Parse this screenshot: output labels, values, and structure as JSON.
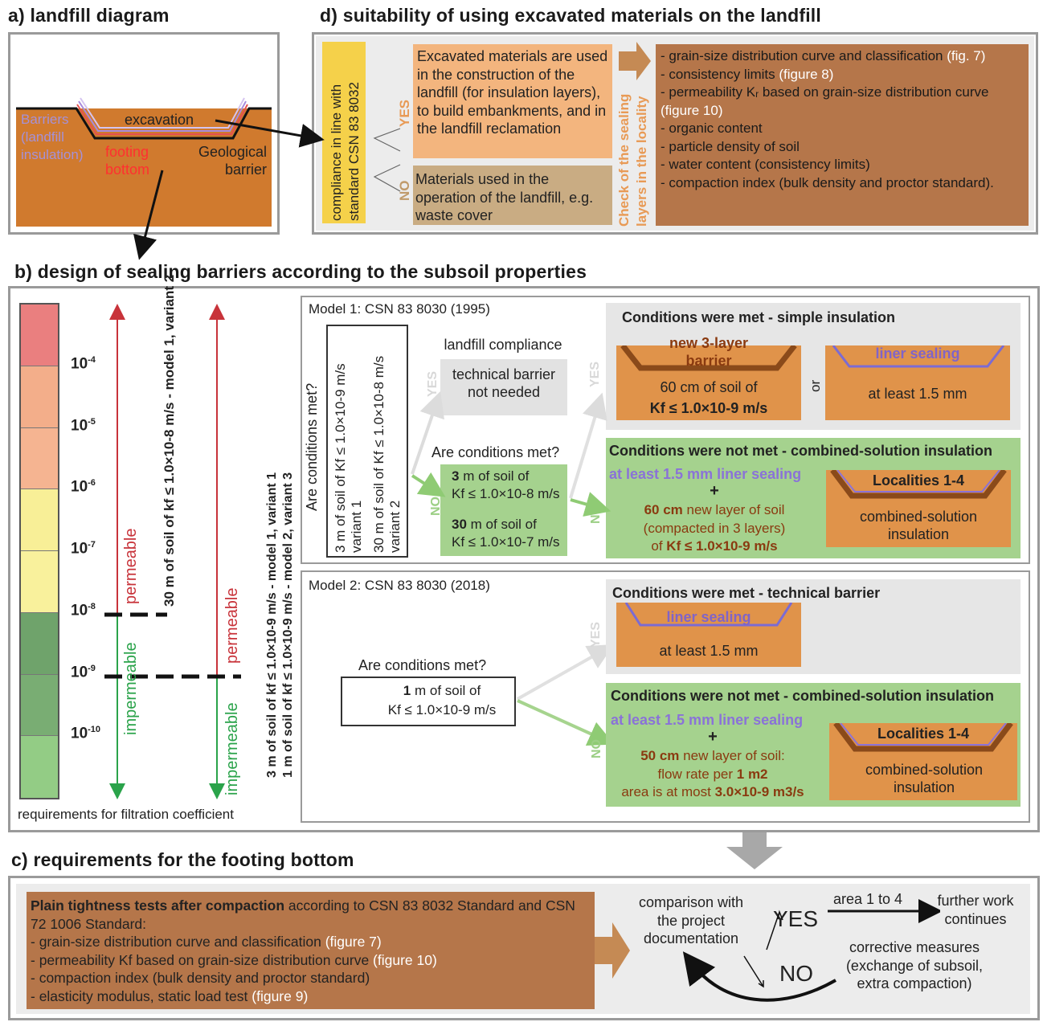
{
  "panel_a": {
    "title": "a) landfill diagram",
    "barriers": "Barriers (landfill insulation)",
    "excavation": "excavation",
    "footing": "footing bottom",
    "geo": "Geological barrier"
  },
  "panel_d": {
    "title": "d) suitability of using excavated materials on the landfill",
    "compliance": "compliance in line with standard CSN 83 8032",
    "yes": "YES",
    "no": "NO",
    "yes_text": "Excavated materials are used in the construction of the landfill (for insulation layers), to build embankments, and in the landfill reclamation",
    "no_text": "Materials used in the operation of the landfill, e.g. waste cover",
    "check": "Check of the sealing layers in the locality",
    "items": [
      {
        "text": "- grain-size distribution curve and classification",
        "ref": "(fig. 7)"
      },
      {
        "text": "- consistency limits",
        "ref": "(figure 8)"
      },
      {
        "text": "- permeability Kᵣ based on grain-size distribution curve",
        "ref": "(figure 10)"
      },
      {
        "text": "- organic content",
        "ref": ""
      },
      {
        "text": "- particle density of soil",
        "ref": ""
      },
      {
        "text": "- water content (consistency limits)",
        "ref": ""
      },
      {
        "text": "- compaction index (bulk density and proctor standard).",
        "ref": ""
      }
    ]
  },
  "panel_b": {
    "title": "b) design of sealing barriers according to the subsoil properties",
    "scale_caption": "requirements for filtration coefficient",
    "scale_labels": [
      "10-4",
      "10-5",
      "10-6",
      "10-7",
      "10-8",
      "10-9",
      "10-10"
    ],
    "scale_colors": [
      "#ea7f7f",
      "#f3ae8a",
      "#f5b491",
      "#f8ef97",
      "#f9f19c",
      "#6fa36b",
      "#79ad73",
      "#93cc85"
    ],
    "permeable": "permeable",
    "impermeable": "impermeable",
    "req_1": "30 m of soil of kf ≤ 1.0×10-8 m/s - model 1, variant 2",
    "req_2a": "3 m of soil of kf ≤ 1.0×10-9 m/s - model 1, variant 1",
    "req_2b": "1 m of soil of kf ≤ 1.0×10-9 m/s - model 2, variant 3",
    "model1": {
      "title": "Model 1: CSN 83 8030 (1995)",
      "are_met": "Are conditions met?",
      "v1": "3 m of soil of Kf ≤ 1.0×10-9 m/s variant 1",
      "v2": "30 m of soil of Kf ≤ 1.0×10-8 m/s variant 2",
      "compliance": "landfill compliance",
      "not_needed": "technical barrier not needed",
      "are_met_2": "Are conditions met?",
      "c1a": "3",
      "c1b": "m of soil of",
      "c1c": "Kf ≤ 1.0×10-8 m/s",
      "c2a": "30",
      "c2b": "m of soil of",
      "c2c": "Kf ≤ 1.0×10-7 m/s",
      "simple_title": "Conditions were met - simple insulation",
      "new_barrier": "new 3-layer barrier",
      "soil_60": "60 cm of soil of",
      "kf_9": "Kf ≤ 1.0×10-9 m/s",
      "or": "or",
      "liner": "liner sealing",
      "atleast": "at least 1.5 mm",
      "combined_title": "Conditions were not met - combined-solution insulation",
      "liner_line": "at least 1.5 mm liner sealing",
      "plus": "+",
      "l60a": "60 cm",
      "l60b": "new layer of soil",
      "l60c": "(compacted in 3 layers)",
      "l60d": "of",
      "l60e": "Kf ≤ 1.0×10-9 m/s",
      "localities": "Localities 1-4",
      "combined": "combined-solution insulation"
    },
    "model2": {
      "title": "Model 2: CSN 83 8030 (2018)",
      "are_met": "Are conditions met?",
      "c1": "1",
      "c2": "m of soil of",
      "c3": "Kf ≤ 1.0×10-9 m/s",
      "tech_title": "Conditions were met - technical barrier",
      "liner": "liner sealing",
      "atleast": "at least 1.5 mm",
      "combined_title": "Conditions were not met - combined-solution insulation",
      "liner_line": "at least 1.5 mm liner sealing",
      "plus": "+",
      "l50a": "50 cm",
      "l50b": "new layer of soil:",
      "l50c": "flow rate per",
      "l50d": "1 m2",
      "l50e": "area is at most",
      "l50f": "3.0×10-9 m3/s",
      "localities": "Localities 1-4",
      "combined": "combined-solution insulation"
    }
  },
  "panel_c": {
    "title": "c) requirements for the footing bottom",
    "lead_bold": "Plain tightness tests after compaction",
    "lead_rest": "according to CSN 83 8032 Standard and CSN 72 1006 Standard:",
    "items": [
      {
        "text": "- grain-size distribution curve and classification",
        "ref": "(figure 7)"
      },
      {
        "text": "- permeability Kf based on grain-size distribution curve",
        "ref": "(figure 10)"
      },
      {
        "text": "- compaction index (bulk density and proctor standard)",
        "ref": ""
      },
      {
        "text": "- elasticity modulus, static load test",
        "ref": "(figure 9)"
      }
    ],
    "comparison": "comparison with the project documentation",
    "yes": "YES",
    "no": "NO",
    "area": "area 1 to 4",
    "further": "further work continues",
    "corrective": "corrective measures (exchange of subsoil, extra compaction)"
  }
}
